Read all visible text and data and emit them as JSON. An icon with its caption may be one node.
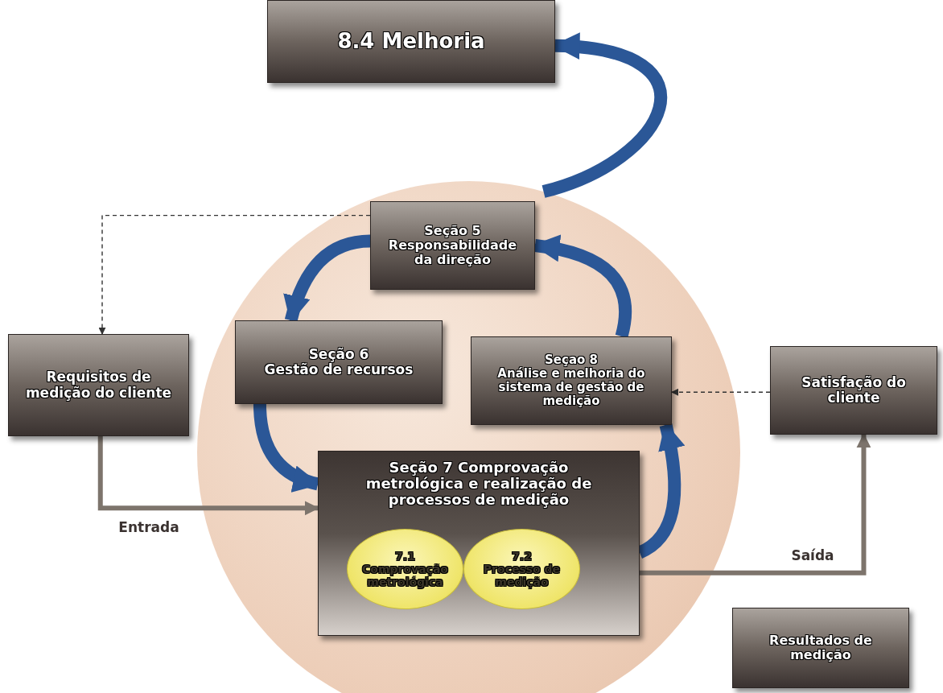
{
  "diagram": {
    "nodes": [
      {
        "text": [
          "8.4 Melhoria"
        ]
      },
      {
        "text": [],
        "shape": "circle"
      },
      {
        "text": [
          "Seção 5",
          "Responsabilidade da direção"
        ],
        "in": 1
      },
      {
        "text": [
          "Seção 6",
          "Gestão de recursos"
        ],
        "in": 1
      },
      {
        "text": [
          "Seçao 8",
          "Análise e melhoria do sistema de gestão de medição"
        ],
        "in": 1
      },
      {
        "text": [
          "Requisitos de medição do cliente"
        ]
      },
      {
        "text": [
          "Satisfação do cliente"
        ]
      },
      {
        "text": [
          "Seção 7 Comprovação metrológica e realização de processos de medição"
        ],
        "in": 1
      },
      {
        "text": [
          "7.1",
          "Comprovação metrológica"
        ],
        "in": 7
      },
      {
        "text": [
          "7.2",
          "Processo de medição"
        ],
        "in": 7
      },
      {
        "text": [
          "Resultados de medição"
        ]
      }
    ],
    "edges": [
      {
        "from": 2,
        "to": 3,
        "arrow": "to"
      },
      {
        "from": 3,
        "to": 7,
        "arrow": "to"
      },
      {
        "from": 7,
        "to": 4,
        "arrow": "to"
      },
      {
        "from": 4,
        "to": 2,
        "arrow": "to"
      },
      {
        "from": 1,
        "to": 0,
        "arrow": "to"
      },
      {
        "from": 2,
        "to": 5,
        "arrow": "to",
        "style": "dashed",
        "color": "#333333"
      },
      {
        "from": 6,
        "to": 4,
        "arrow": "to",
        "style": "dashed",
        "color": "#333333"
      },
      {
        "from": 5,
        "to": 7,
        "arrow": "to",
        "label": "Entrada",
        "color": "#7d746c"
      },
      {
        "from": 7,
        "to": 6,
        "arrow": "to",
        "label": "Saída",
        "color": "#7d746c"
      }
    ]
  }
}
